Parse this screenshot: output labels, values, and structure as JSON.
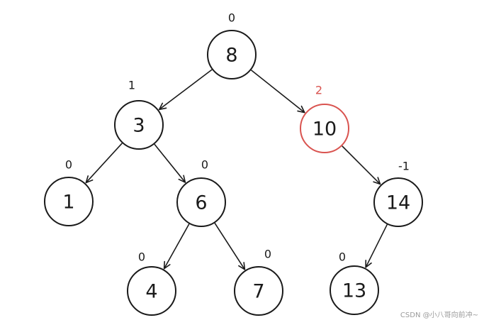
{
  "tree": {
    "nodes": [
      {
        "id": "n8",
        "value": "8",
        "balance": "0",
        "highlight": false
      },
      {
        "id": "n3",
        "value": "3",
        "balance": "1",
        "highlight": false
      },
      {
        "id": "n10",
        "value": "10",
        "balance": "2",
        "highlight": true
      },
      {
        "id": "n1",
        "value": "1",
        "balance": "0",
        "highlight": false
      },
      {
        "id": "n6",
        "value": "6",
        "balance": "0",
        "highlight": false
      },
      {
        "id": "n14",
        "value": "14",
        "balance": "-1",
        "highlight": false
      },
      {
        "id": "n4",
        "value": "4",
        "balance": "0",
        "highlight": false
      },
      {
        "id": "n7",
        "value": "7",
        "balance": "0",
        "highlight": false
      },
      {
        "id": "n13",
        "value": "13",
        "balance": "0",
        "highlight": false
      }
    ],
    "edges": [
      {
        "from": "n8",
        "to": "n3"
      },
      {
        "from": "n8",
        "to": "n10"
      },
      {
        "from": "n3",
        "to": "n1"
      },
      {
        "from": "n3",
        "to": "n6"
      },
      {
        "from": "n10",
        "to": "n14"
      },
      {
        "from": "n6",
        "to": "n4"
      },
      {
        "from": "n6",
        "to": "n7"
      },
      {
        "from": "n14",
        "to": "n13"
      }
    ]
  },
  "colors": {
    "highlight": "#d9534f",
    "stroke": "#1a1a1a"
  },
  "watermark": "CSDN @小八哥向前冲~"
}
